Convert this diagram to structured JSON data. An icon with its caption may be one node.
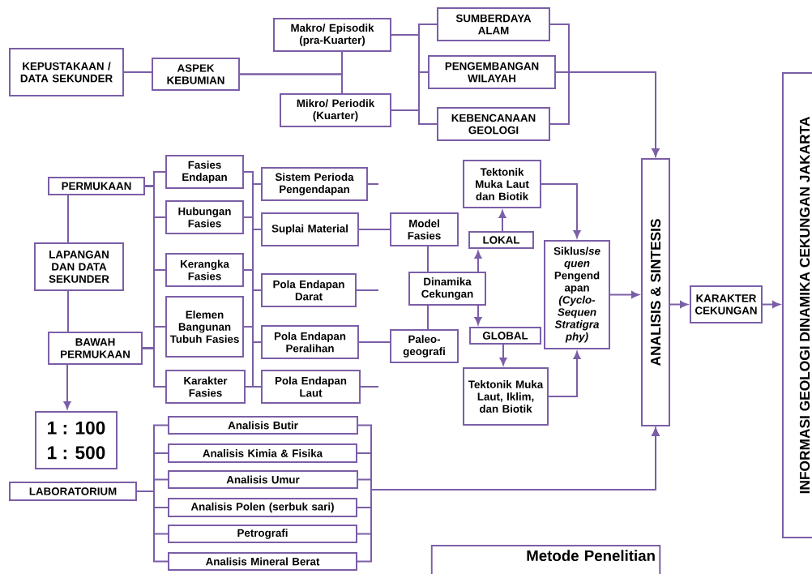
{
  "diagram": {
    "nodes": [
      {
        "text": [
          "KEPUSTAKAAN / DATA SEKUNDER"
        ]
      },
      {
        "text": [
          "ASPEK KEBUMIAN"
        ]
      },
      {
        "text": [
          "Makro/ Episodik (pra-Kuarter)"
        ]
      },
      {
        "text": [
          "Mikro/ Periodik (Kuarter)"
        ]
      },
      {
        "text": [
          "SUMBERDAYA ALAM"
        ]
      },
      {
        "text": [
          "PENGEMBANGAN WILAYAH"
        ]
      },
      {
        "text": [
          "KEBENCANAAN GEOLOGI"
        ]
      },
      {
        "text": [
          "PERMUKAAN"
        ]
      },
      {
        "text": [
          "LAPANGAN DAN DATA SEKUNDER"
        ]
      },
      {
        "text": [
          "BAWAH PERMUKAAN"
        ]
      },
      {
        "text": [
          "Fasies Endapan"
        ]
      },
      {
        "text": [
          "Hubungan Fasies"
        ]
      },
      {
        "text": [
          "Kerangka Fasies"
        ]
      },
      {
        "text": [
          "Elemen Bangunan Tubuh Fasies"
        ]
      },
      {
        "text": [
          "Karakter Fasies"
        ]
      },
      {
        "text": [
          "Sistem Perioda Pengendapan"
        ]
      },
      {
        "text": [
          "Suplai Material"
        ]
      },
      {
        "text": [
          "Pola Endapan Darat"
        ]
      },
      {
        "text": [
          "Pola Endapan Peralihan"
        ]
      },
      {
        "text": [
          "Pola Endapan Laut"
        ]
      },
      {
        "text": [
          "Model Fasies"
        ]
      },
      {
        "text": [
          "Dinamika Cekungan"
        ]
      },
      {
        "text": [
          "Paleo-geografi"
        ]
      },
      {
        "text": [
          "Tektonik Muka Laut dan Biotik"
        ]
      },
      {
        "text": [
          "LOKAL"
        ]
      },
      {
        "text": [
          "GLOBAL"
        ]
      },
      {
        "text": [
          "Tektonik Muka Laut, Iklim, dan Biotik"
        ]
      },
      {
        "text": [
          "Siklus/*se quen* Pengend apan *(Cyclo-Sequen Stratigra phy)*"
        ]
      },
      {
        "text": [
          "ANALISIS & SINTESIS"
        ]
      },
      {
        "text": [
          "KARAKTER CEKUNGAN"
        ]
      },
      {
        "text": [
          "INFORMASI GEOLOGI DINAMIKA CEKUNGAN JAKARTA"
        ]
      },
      {
        "text": [
          "1 : 100",
          "1 : 500"
        ]
      },
      {
        "text": [
          "LABORATORIUM"
        ]
      },
      {
        "text": [
          "Analisis Butir"
        ]
      },
      {
        "text": [
          "Analisis Kimia & Fisika"
        ]
      },
      {
        "text": [
          "Analisis Umur"
        ]
      },
      {
        "text": [
          "Analisis Polen (serbuk sari)"
        ]
      },
      {
        "text": [
          "Petrografi"
        ]
      },
      {
        "text": [
          "Analisis Mineral Berat"
        ]
      },
      {
        "text": [
          "Metode Penelitian"
        ]
      }
    ],
    "edges": [
      {
        "from": 0,
        "to": 1,
        "arrow": "none"
      },
      {
        "from": 1,
        "to": 2,
        "arrow": "none"
      },
      {
        "from": 1,
        "to": 3,
        "arrow": "none"
      },
      {
        "from": 2,
        "to": 4,
        "arrow": "none"
      },
      {
        "from": 2,
        "to": 5,
        "arrow": "none"
      },
      {
        "from": 2,
        "to": 6,
        "arrow": "none"
      },
      {
        "from": 3,
        "to": 4,
        "arrow": "none"
      },
      {
        "from": 3,
        "to": 5,
        "arrow": "none"
      },
      {
        "from": 3,
        "to": 6,
        "arrow": "none"
      },
      {
        "from": 4,
        "to": 28,
        "arrow": "to"
      },
      {
        "from": 5,
        "to": 28,
        "arrow": "to"
      },
      {
        "from": 6,
        "to": 28,
        "arrow": "to"
      },
      {
        "from": 7,
        "to": 8,
        "arrow": "none"
      },
      {
        "from": 8,
        "to": 9,
        "arrow": "none"
      },
      {
        "from": 9,
        "to": 31,
        "arrow": "to"
      },
      {
        "from": 7,
        "to": 10,
        "arrow": "none"
      },
      {
        "from": 7,
        "to": 11,
        "arrow": "none"
      },
      {
        "from": 7,
        "to": 12,
        "arrow": "none"
      },
      {
        "from": 7,
        "to": 13,
        "arrow": "none"
      },
      {
        "from": 7,
        "to": 14,
        "arrow": "none"
      },
      {
        "from": 9,
        "to": 10,
        "arrow": "none"
      },
      {
        "from": 9,
        "to": 11,
        "arrow": "none"
      },
      {
        "from": 9,
        "to": 12,
        "arrow": "none"
      },
      {
        "from": 9,
        "to": 13,
        "arrow": "none"
      },
      {
        "from": 9,
        "to": 14,
        "arrow": "none"
      },
      {
        "from": 10,
        "to": 15,
        "arrow": "none"
      },
      {
        "from": 10,
        "to": 16,
        "arrow": "none"
      },
      {
        "from": 10,
        "to": 17,
        "arrow": "none"
      },
      {
        "from": 10,
        "to": 18,
        "arrow": "none"
      },
      {
        "from": 10,
        "to": 19,
        "arrow": "none"
      },
      {
        "from": 11,
        "to": 15,
        "arrow": "none"
      },
      {
        "from": 11,
        "to": 16,
        "arrow": "none"
      },
      {
        "from": 11,
        "to": 17,
        "arrow": "none"
      },
      {
        "from": 11,
        "to": 18,
        "arrow": "none"
      },
      {
        "from": 11,
        "to": 19,
        "arrow": "none"
      },
      {
        "from": 12,
        "to": 15,
        "arrow": "none"
      },
      {
        "from": 12,
        "to": 16,
        "arrow": "none"
      },
      {
        "from": 12,
        "to": 17,
        "arrow": "none"
      },
      {
        "from": 12,
        "to": 18,
        "arrow": "none"
      },
      {
        "from": 12,
        "to": 19,
        "arrow": "none"
      },
      {
        "from": 13,
        "to": 15,
        "arrow": "none"
      },
      {
        "from": 13,
        "to": 16,
        "arrow": "none"
      },
      {
        "from": 13,
        "to": 17,
        "arrow": "none"
      },
      {
        "from": 13,
        "to": 18,
        "arrow": "none"
      },
      {
        "from": 13,
        "to": 19,
        "arrow": "none"
      },
      {
        "from": 14,
        "to": 15,
        "arrow": "none"
      },
      {
        "from": 14,
        "to": 16,
        "arrow": "none"
      },
      {
        "from": 14,
        "to": 17,
        "arrow": "none"
      },
      {
        "from": 14,
        "to": 18,
        "arrow": "none"
      },
      {
        "from": 14,
        "to": 19,
        "arrow": "none"
      },
      {
        "from": 15,
        "to": null,
        "arrow": "none"
      },
      {
        "from": 17,
        "to": null,
        "arrow": "none"
      },
      {
        "from": 19,
        "to": null,
        "arrow": "none"
      },
      {
        "from": 16,
        "to": 20,
        "arrow": "none"
      },
      {
        "from": 18,
        "to": 22,
        "arrow": "none"
      },
      {
        "from": 20,
        "to": 21,
        "arrow": "none"
      },
      {
        "from": 21,
        "to": 22,
        "arrow": "none"
      },
      {
        "from": 21,
        "to": 24,
        "arrow": "to"
      },
      {
        "from": 21,
        "to": 25,
        "arrow": "to"
      },
      {
        "from": 24,
        "to": 23,
        "arrow": "to"
      },
      {
        "from": 25,
        "to": 26,
        "arrow": "to"
      },
      {
        "from": 23,
        "to": 27,
        "arrow": "to"
      },
      {
        "from": 26,
        "to": 27,
        "arrow": "to"
      },
      {
        "from": 27,
        "to": 28,
        "arrow": "to"
      },
      {
        "from": 28,
        "to": 29,
        "arrow": "to"
      },
      {
        "from": 29,
        "to": 30,
        "arrow": "to"
      },
      {
        "from": 32,
        "to": 33,
        "arrow": "none"
      },
      {
        "from": 32,
        "to": 34,
        "arrow": "none"
      },
      {
        "from": 32,
        "to": 35,
        "arrow": "none"
      },
      {
        "from": 32,
        "to": 36,
        "arrow": "none"
      },
      {
        "from": 32,
        "to": 37,
        "arrow": "none"
      },
      {
        "from": 32,
        "to": 38,
        "arrow": "none"
      },
      {
        "from": 33,
        "to": 28,
        "arrow": "to"
      },
      {
        "from": 34,
        "to": 28,
        "arrow": "to"
      },
      {
        "from": 35,
        "to": 28,
        "arrow": "to"
      },
      {
        "from": 36,
        "to": 28,
        "arrow": "to"
      },
      {
        "from": 37,
        "to": 28,
        "arrow": "to"
      },
      {
        "from": 38,
        "to": 28,
        "arrow": "to"
      }
    ]
  }
}
